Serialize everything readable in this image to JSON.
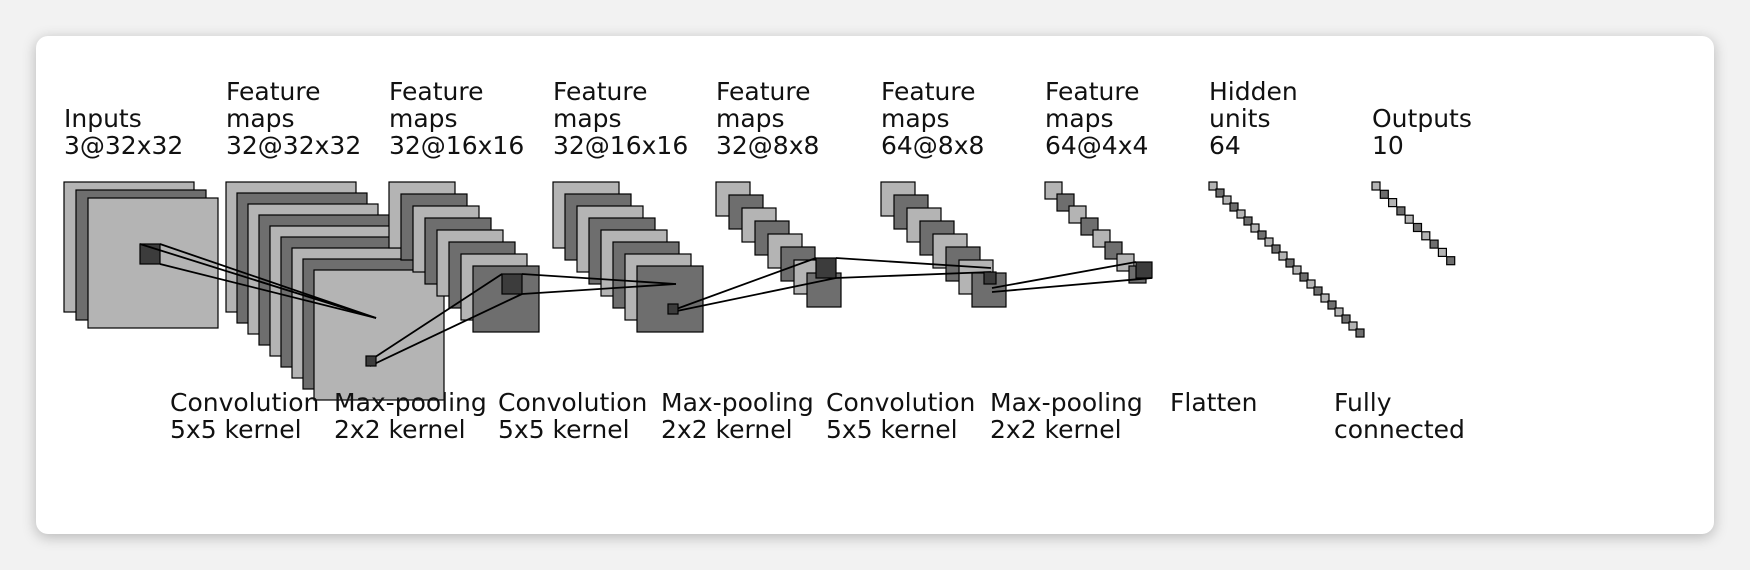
{
  "layer_headers": [
    {
      "line1": "",
      "line2": "Inputs",
      "line3": "3@32x32",
      "count": 3,
      "style": "fmap",
      "scale": "large"
    },
    {
      "line1": "Feature",
      "line2": "maps",
      "line3": "32@32x32",
      "count": 9,
      "style": "fmap",
      "scale": "large"
    },
    {
      "line1": "Feature",
      "line2": "maps",
      "line3": "32@16x16",
      "count": 8,
      "style": "fmap",
      "scale": "medium"
    },
    {
      "line1": "Feature",
      "line2": "maps",
      "line3": "32@16x16",
      "count": 8,
      "style": "fmap",
      "scale": "medium"
    },
    {
      "line1": "Feature",
      "line2": "maps",
      "line3": "32@8x8",
      "count": 8,
      "style": "fmap",
      "scale": "small"
    },
    {
      "line1": "Feature",
      "line2": "maps",
      "line3": "64@8x8",
      "count": 8,
      "style": "fmap",
      "scale": "small"
    },
    {
      "line1": "Feature",
      "line2": "maps",
      "line3": "64@4x4",
      "count": 8,
      "style": "fmap",
      "scale": "tiny"
    },
    {
      "line1": "Hidden",
      "line2": "units",
      "line3": "64",
      "count": 22,
      "style": "units"
    },
    {
      "line1": "",
      "line2": "Outputs",
      "line3": "10",
      "count": 10,
      "style": "units"
    }
  ],
  "operations": [
    {
      "line1": "Convolution",
      "line2": "5x5 kernel"
    },
    {
      "line1": "Max-pooling",
      "line2": "2x2 kernel"
    },
    {
      "line1": "Convolution",
      "line2": "5x5 kernel"
    },
    {
      "line1": "Max-pooling",
      "line2": "2x2 kernel"
    },
    {
      "line1": "Convolution",
      "line2": "5x5 kernel"
    },
    {
      "line1": "Max-pooling",
      "line2": "2x2 kernel"
    },
    {
      "line1": "Flatten",
      "line2": ""
    },
    {
      "line1": "Fully",
      "line2": "connected"
    }
  ],
  "colors": {
    "map_light": "#b4b4b4",
    "map_dark": "#6e6e6e",
    "kernel": "#3c3c3c",
    "line": "#000000",
    "text": "#111111"
  }
}
